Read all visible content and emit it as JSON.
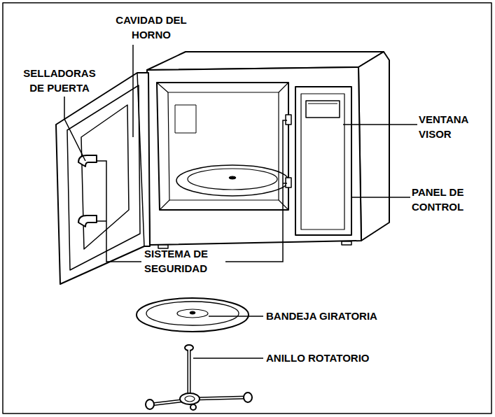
{
  "diagram": {
    "labels": [
      "CAVIDAD DEL HORNO",
      "SELLADORAS DE PUERTA",
      "VENTANA VISOR",
      "PANEL DE CONTROL",
      "SISTEMA DE SEGURIDAD",
      "BANDEJA GIRATORIA",
      "ANILLO ROTATORIO"
    ]
  }
}
